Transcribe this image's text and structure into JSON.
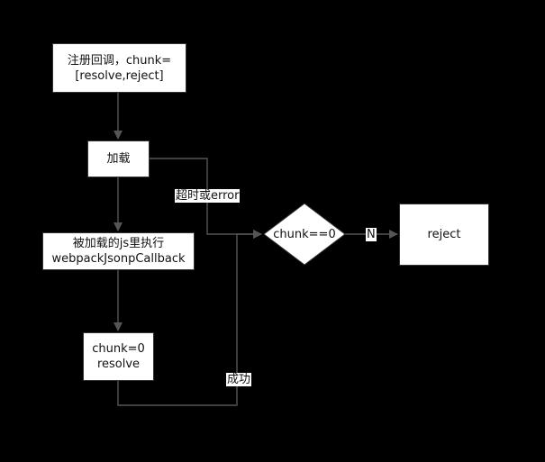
{
  "colors": {
    "background": "#000000",
    "node_fill": "#ffffff",
    "node_border": "#333333",
    "connector": "#555555",
    "text": "#111111"
  },
  "nodes": {
    "register": {
      "line1": "注册回调，chunk=",
      "line2": "[resolve,reject]"
    },
    "load": {
      "label": "加载"
    },
    "execute": {
      "line1": "被加载的js里执行",
      "line2": "webpackJsonpCallback"
    },
    "resolve": {
      "line1": "chunk=0",
      "line2": "resolve"
    },
    "check": {
      "label": "chunk==0"
    },
    "reject": {
      "label": "reject"
    }
  },
  "edge_labels": {
    "timeout": "超时或error",
    "no": "N",
    "success": "成功"
  }
}
